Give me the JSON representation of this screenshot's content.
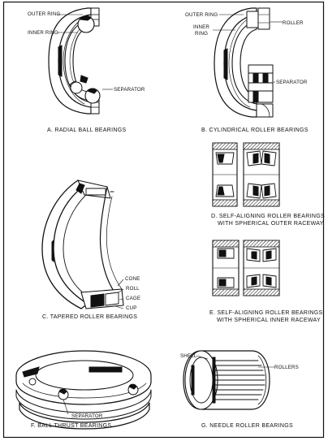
{
  "panels": {
    "a": {
      "caption": "A. RADIAL BALL BEARINGS",
      "labels": {
        "outer_ring": "OUTER RING",
        "inner_ring": "INNER RING",
        "separator": "SEPARATOR"
      }
    },
    "b": {
      "caption": "B. CYLINDRICAL ROLLER BEARINGS",
      "labels": {
        "outer_ring": "OUTER RING",
        "inner_ring_1": "INNER",
        "inner_ring_2": "RING",
        "roller": "ROLLER",
        "separator": "SEPARATOR"
      }
    },
    "c": {
      "caption": "C. TAPERED ROLLER BEARINGS",
      "labels": {
        "cone": "CONE",
        "roll": "ROLL",
        "cage": "CAGE",
        "cup": "CUP"
      }
    },
    "d": {
      "caption_1": "D. SELF-ALIGNING ROLLER BEARINGS",
      "caption_2": "WITH SPHERICAL OUTER RACEWAY"
    },
    "e": {
      "caption_1": "E. SELF-ALIGNING ROLLER BEARINGS",
      "caption_2": "WITH SPHERICAL INNER RACEWAY"
    },
    "f": {
      "caption": "F. BALL THRUST BEARINGS",
      "labels": {
        "separator": "SEPARATOR"
      }
    },
    "g": {
      "caption": "G. NEEDLE ROLLER BEARINGS",
      "labels": {
        "shell": "SHELL",
        "rollers": "ROLLERS"
      }
    }
  }
}
